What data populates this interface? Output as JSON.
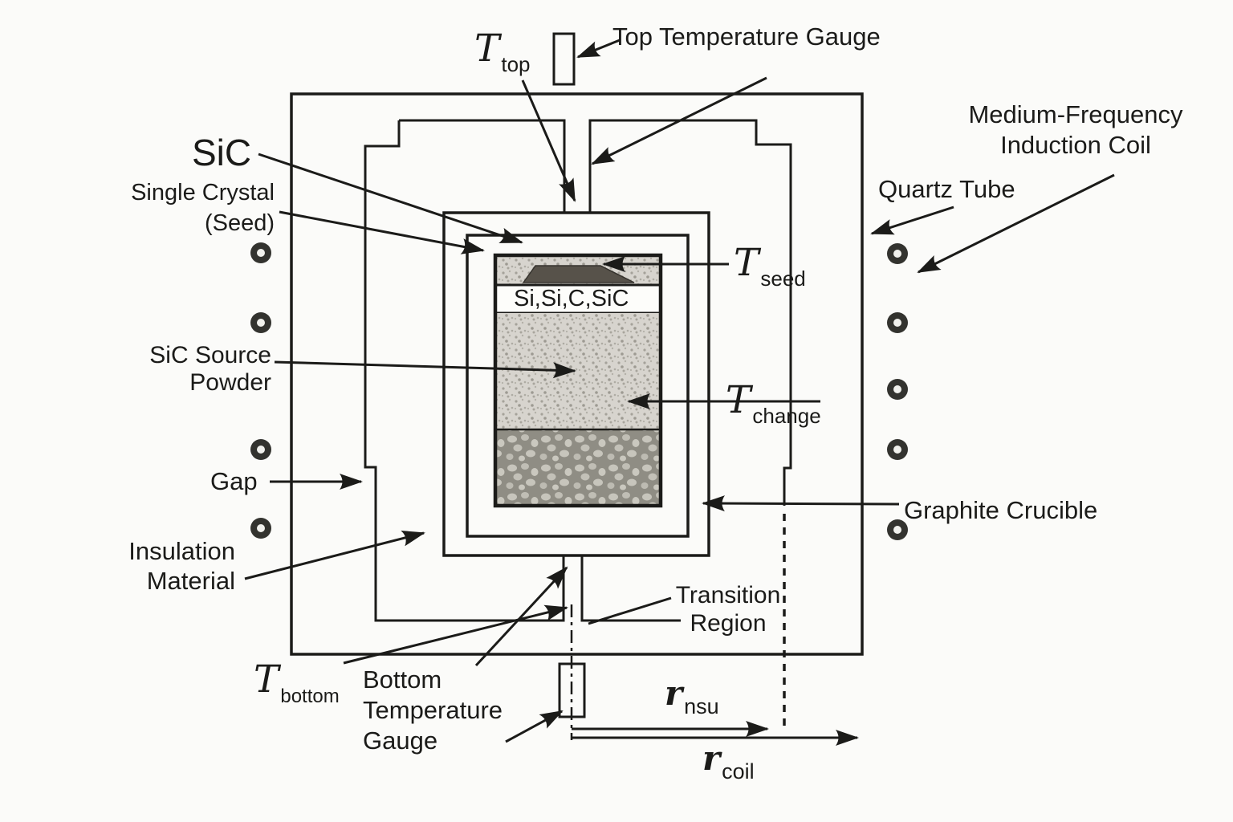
{
  "colors": {
    "ink": "#1b1b19",
    "background": "#fbfbf9",
    "powder_light_base": "#d7d4ce",
    "powder_speckle": "#a5a29a",
    "coarse_base": "#8f8d84",
    "coarse_pebble": "#c7c5bc",
    "seed_crystal": "#57524a",
    "vapor_band_fill": "#fdfdfa"
  },
  "labels": {
    "top_gauge": "Top Temperature Gauge",
    "t_top": {
      "main": "T",
      "sub": "top"
    },
    "mf_coil": {
      "line1": "Medium-Frequency",
      "line2": "Induction Coil"
    },
    "quartz_tube": "Quartz Tube",
    "sic": "SiC",
    "single_crystal": {
      "line1": "Single Crystal",
      "line2": "(Seed)"
    },
    "t_seed": {
      "main": "T",
      "sub": "seed"
    },
    "vapor_band": "Si,Si,C,SiC",
    "source_powder": {
      "line1": "SiC Source",
      "line2": "Powder"
    },
    "t_change": {
      "main": "T",
      "sub": "change"
    },
    "gap": "Gap",
    "graphite_crucible": "Graphite Crucible",
    "insulation": {
      "line1": "Insulation",
      "line2": "Material"
    },
    "t_bottom": {
      "main": "T",
      "sub": "bottom"
    },
    "bottom_gauge": {
      "line1": "Bottom",
      "line2": "Temperature",
      "line3": "Gauge"
    },
    "transition_region": {
      "line1": "Transition",
      "line2": "Region"
    },
    "r_nsu": {
      "main": "r",
      "sub": "nsu"
    },
    "r_coil": {
      "main": "r",
      "sub": "coil"
    }
  }
}
